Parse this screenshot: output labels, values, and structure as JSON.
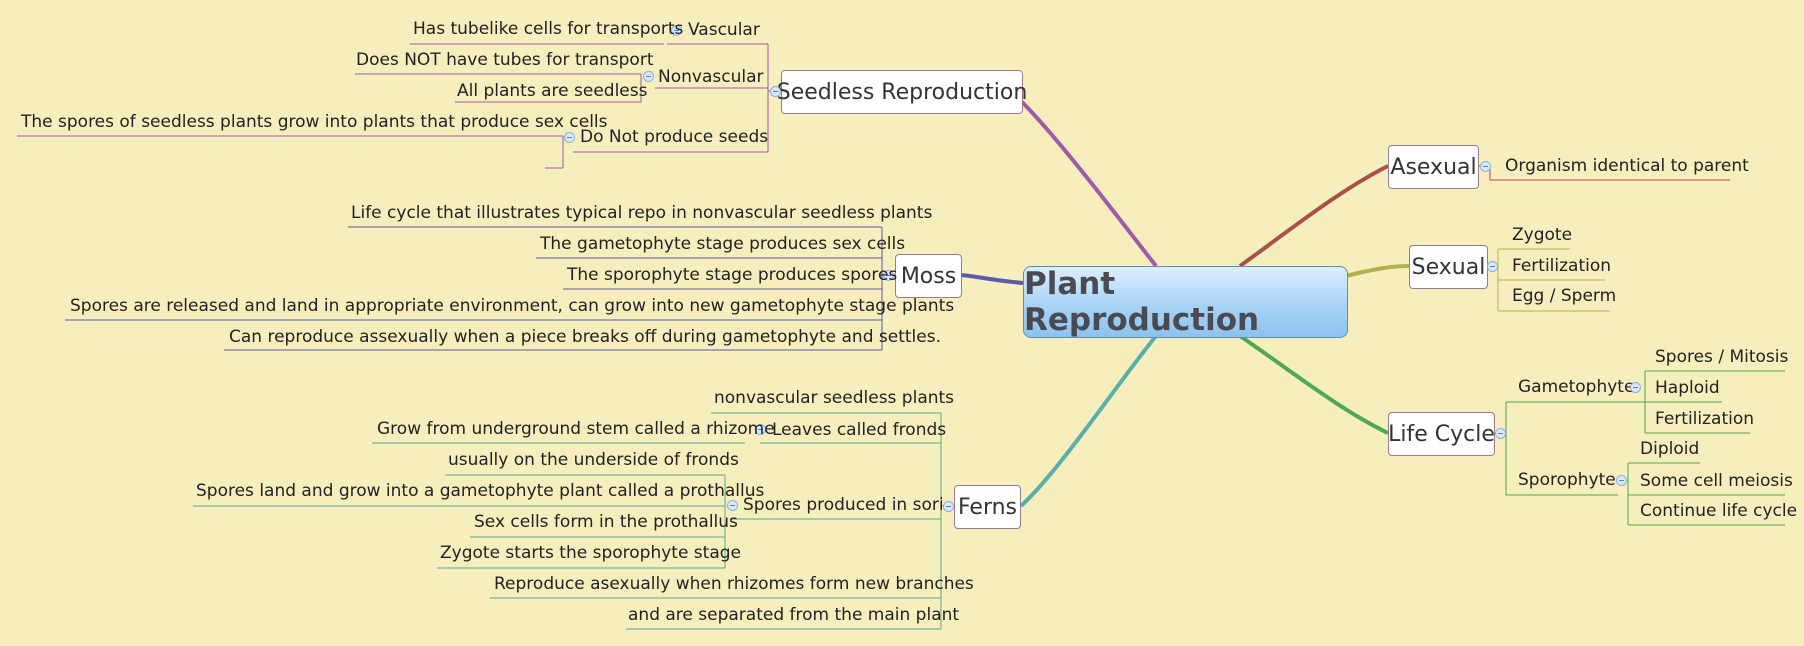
{
  "central": "Plant Reproduction",
  "branches": {
    "seedless": {
      "label": "Seedless Reproduction",
      "vascular": {
        "label": "Vascular",
        "detail": "Has tubelike cells for transports"
      },
      "nonvascular": {
        "label": "Nonvascular",
        "details": [
          "Does NOT have tubes for transport",
          "All plants are seedless"
        ]
      },
      "noseeds": {
        "label": "Do Not produce seeds",
        "details": [
          "The spores of seedless plants grow into plants that produce sex cells"
        ]
      }
    },
    "moss": {
      "label": "Moss",
      "details": [
        "Life cycle that illustrates typical repo in nonvascular seedless plants",
        "The gametophyte stage produces sex cells",
        "The sporophyte stage produces spores",
        "Spores are released and land in appropriate environment, can grow into new gametophyte stage plants",
        "Can reproduce assexually when a piece breaks off during gametophyte and settles."
      ]
    },
    "ferns": {
      "label": "Ferns",
      "top": "nonvascular seedless plants",
      "fronds": {
        "label": "Leaves called fronds",
        "detail": "Grow from underground stem called a rhizome"
      },
      "sori": {
        "label": "Spores produced in sori",
        "details": [
          "usually on the underside of fronds",
          "Spores land and grow into a gametophyte plant called a prothallus",
          "Sex cells form in the prothallus",
          "Zygote starts the sporophyte stage"
        ]
      },
      "bottom": [
        "Reproduce asexually when rhizomes form new branches",
        "and are separated from the main plant"
      ]
    },
    "asexual": {
      "label": "Asexual",
      "detail": "Organism identical to parent"
    },
    "sexual": {
      "label": "Sexual",
      "details": [
        "Zygote",
        "Fertilization",
        "Egg / Sperm"
      ]
    },
    "lifecycle": {
      "label": "Life Cycle",
      "gametophyte": {
        "label": "Gametophyte",
        "details": [
          "Spores / Mitosis",
          "Haploid",
          "Fertilization"
        ]
      },
      "sporophyte": {
        "label": "Sporophyte",
        "details": [
          "Diploid",
          "Some cell meiosis",
          "Continue life cycle"
        ]
      }
    }
  },
  "colors": {
    "background": "#f6eebc",
    "central_fill": "#a9d3f7",
    "seedless": "#a05aa8",
    "moss": "#5a5aa8",
    "ferns": "#5ab0a8",
    "asexual": "#a8504a",
    "sexual": "#b0b050",
    "lifecycle": "#50a850"
  }
}
